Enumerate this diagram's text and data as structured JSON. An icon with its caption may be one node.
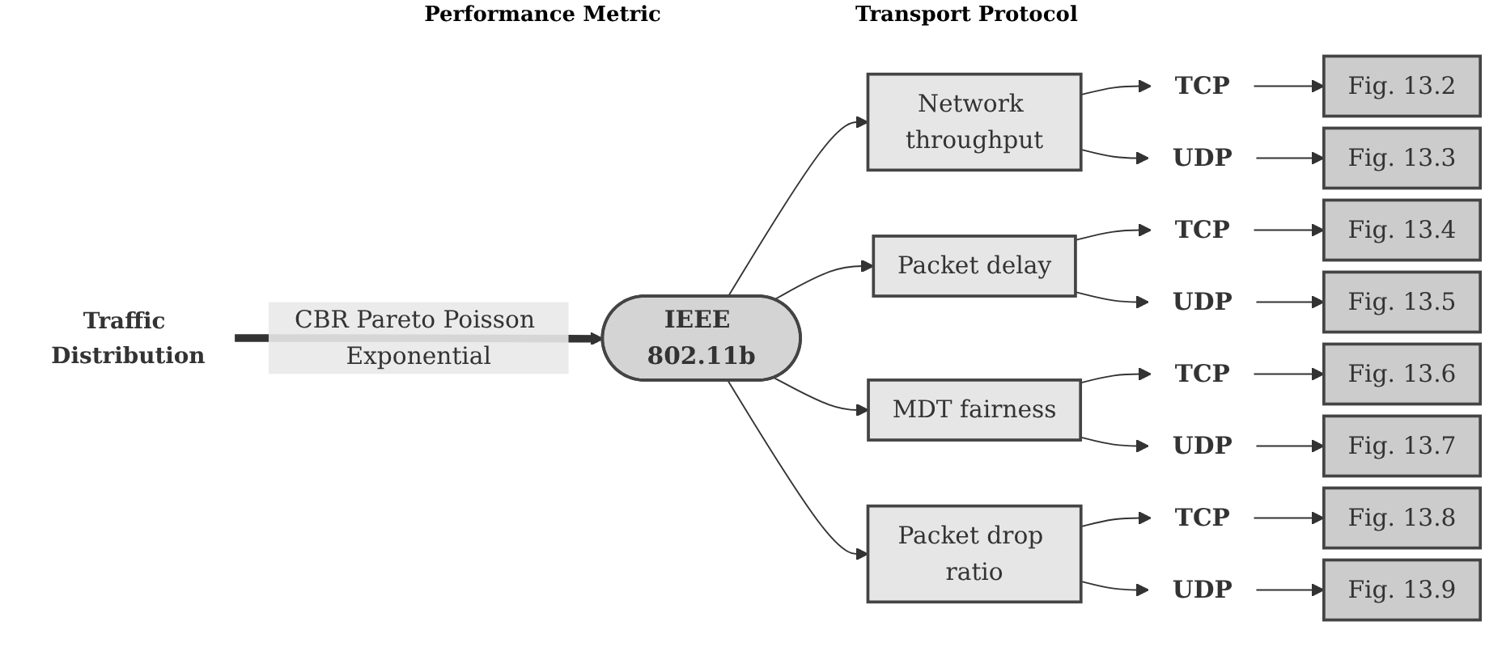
{
  "diagram": {
    "nodes": [
      {
        "text": [
          "Traffic Distribution"
        ]
      },
      {
        "text": [
          "IEEE 802.11b"
        ]
      },
      {
        "text": [
          "Network throughput"
        ]
      },
      {
        "text": [
          "Packet delay"
        ]
      },
      {
        "text": [
          "MDT fairness"
        ]
      },
      {
        "text": [
          "Packet drop ratio"
        ]
      },
      {
        "text": [
          "TCP"
        ]
      },
      {
        "text": [
          "UDP"
        ]
      },
      {
        "text": [
          "TCP"
        ]
      },
      {
        "text": [
          "UDP"
        ]
      },
      {
        "text": [
          "TCP"
        ]
      },
      {
        "text": [
          "UDP"
        ]
      },
      {
        "text": [
          "TCP"
        ]
      },
      {
        "text": [
          "UDP"
        ]
      },
      {
        "text": [
          "Fig. 13.2"
        ]
      },
      {
        "text": [
          "Fig. 13.3"
        ]
      },
      {
        "text": [
          "Fig. 13.4"
        ]
      },
      {
        "text": [
          "Fig. 13.5"
        ]
      },
      {
        "text": [
          "Fig. 13.6"
        ]
      },
      {
        "text": [
          "Fig. 13.7"
        ]
      },
      {
        "text": [
          "Fig. 13.8"
        ]
      },
      {
        "text": [
          "Fig. 13.9"
        ]
      }
    ],
    "edges": [
      {
        "from": 0,
        "to": 1,
        "arrow": "to",
        "label": "CBR Pareto Poisson Exponential",
        "style": "thick"
      },
      {
        "from": 1,
        "to": 2,
        "arrow": "to"
      },
      {
        "from": 1,
        "to": 3,
        "arrow": "to"
      },
      {
        "from": 1,
        "to": 4,
        "arrow": "to"
      },
      {
        "from": 1,
        "to": 5,
        "arrow": "to"
      },
      {
        "from": 2,
        "to": 6,
        "arrow": "to"
      },
      {
        "from": 2,
        "to": 7,
        "arrow": "to"
      },
      {
        "from": 3,
        "to": 8,
        "arrow": "to"
      },
      {
        "from": 3,
        "to": 9,
        "arrow": "to"
      },
      {
        "from": 4,
        "to": 10,
        "arrow": "to"
      },
      {
        "from": 4,
        "to": 11,
        "arrow": "to"
      },
      {
        "from": 5,
        "to": 12,
        "arrow": "to"
      },
      {
        "from": 5,
        "to": 13,
        "arrow": "to"
      },
      {
        "from": 6,
        "to": 14,
        "arrow": "to"
      },
      {
        "from": 7,
        "to": 15,
        "arrow": "to"
      },
      {
        "from": 8,
        "to": 16,
        "arrow": "to"
      },
      {
        "from": 9,
        "to": 17,
        "arrow": "to"
      },
      {
        "from": 10,
        "to": 18,
        "arrow": "to"
      },
      {
        "from": 11,
        "to": 19,
        "arrow": "to"
      },
      {
        "from": 12,
        "to": 20,
        "arrow": "to"
      },
      {
        "from": 13,
        "to": 21,
        "arrow": "to"
      }
    ],
    "labels": [
      "Performance Metric",
      "Transport Protocol"
    ]
  }
}
